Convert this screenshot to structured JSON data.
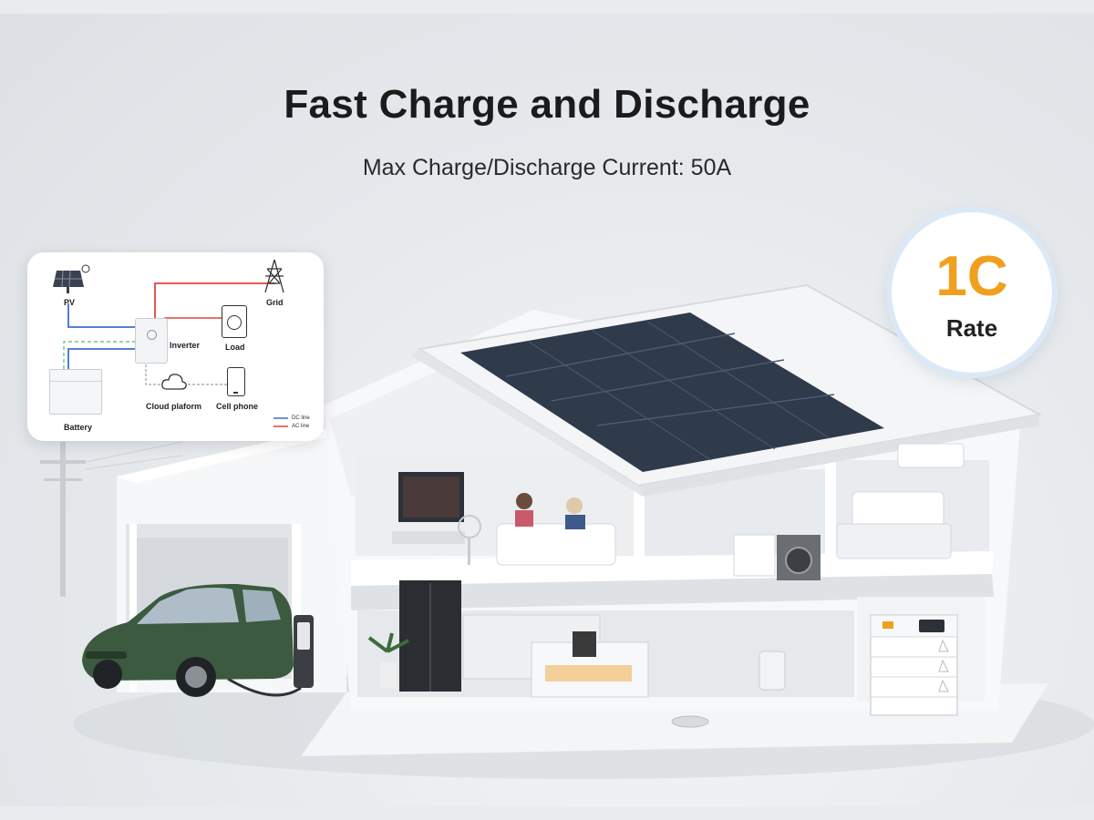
{
  "heading": {
    "title": "Fast Charge and Discharge",
    "subtitle": "Max Charge/Discharge Current: 50A"
  },
  "badge": {
    "value": "1C",
    "label": "Rate",
    "accent_color": "#f0a01e"
  },
  "system_diagram": {
    "labels": {
      "pv": "PV",
      "grid": "Grid",
      "inverter": "Inverter",
      "load": "Load",
      "battery": "Battery",
      "cloud": "Cloud plaform",
      "phone": "Cell phone"
    },
    "legend": {
      "dc": "DC line",
      "ac": "AC line"
    },
    "line_colors": {
      "dc": "#3f6fd1",
      "ac": "#e0453a",
      "data": "#58b77a"
    },
    "icons": [
      "solar-panel-icon",
      "sun-icon",
      "power-tower-icon",
      "inverter-icon",
      "washing-machine-icon",
      "battery-icon",
      "cloud-icon",
      "cell-phone-icon"
    ]
  }
}
